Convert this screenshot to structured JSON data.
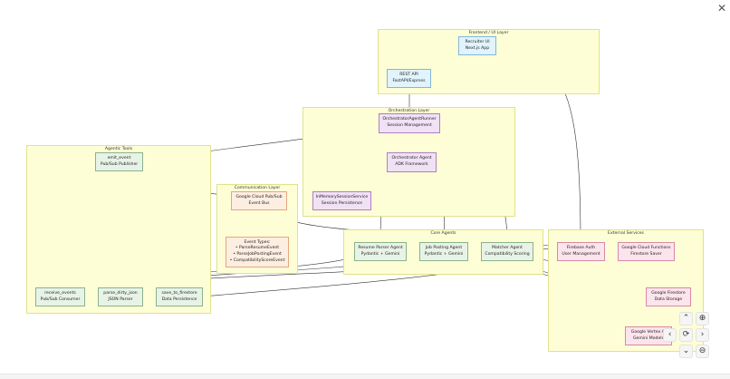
{
  "diagram": {
    "groups": {
      "frontend": "Frontend / UI Layer",
      "orchestration": "Orchestration Layer",
      "tools": "Agentic Tools",
      "communication": "Communication Layer",
      "core": "Core Agents",
      "external": "External Services"
    },
    "nodes": {
      "recruiter_ui": [
        "Recruiter UI",
        "Next.js App"
      ],
      "rest_api": [
        "REST API",
        "FastAPI/Express"
      ],
      "runner": [
        "OrchestratorAgentRunner",
        "Session Management"
      ],
      "orchestrator_agent": [
        "Orchestrator Agent",
        "ADK Framework"
      ],
      "session_service": [
        "InMemorySessionService",
        "Session Persistence"
      ],
      "emit_event": [
        "emit_event",
        "Pub/Sub Publisher"
      ],
      "pubsub": [
        "Google Cloud Pub/Sub",
        "Event Bus"
      ],
      "event_types": [
        "Event Types:",
        "• ParseResumeEvent",
        "• ParseJobPostingEvent",
        "• CompatibilityScoreEvent"
      ],
      "resume_parser": [
        "Resume Parser Agent",
        "Pydantic + Gemini"
      ],
      "job_posting": [
        "Job Posting Agent",
        "Pydantic + Gemini"
      ],
      "matcher": [
        "Matcher Agent",
        "Compatibility Scoring"
      ],
      "firebase_auth": [
        "Firebase Auth",
        "User Management"
      ],
      "cloud_functions": [
        "Google Cloud Functions",
        "Firestore Saver"
      ],
      "firestore": [
        "Google Firestore",
        "Data Storage"
      ],
      "vertex": [
        "Google Vertex AI",
        "Gemini Models"
      ],
      "receive_events": [
        "receive_events",
        "Pub/Sub Consumer"
      ],
      "parse_dirty_json": [
        "parse_dirty_json",
        "JSON Parser"
      ],
      "save_to_firestore": [
        "save_to_firestore",
        "Data Persistence"
      ]
    }
  },
  "controls": {
    "close": "✕",
    "zoom_in": "⊕",
    "zoom_out": "⊖",
    "reset": "⟳",
    "up": "⌃",
    "down": "⌄",
    "left": "‹",
    "right": "›"
  },
  "colors": {
    "group_fill": "#fefed6",
    "edge": "#333333"
  }
}
